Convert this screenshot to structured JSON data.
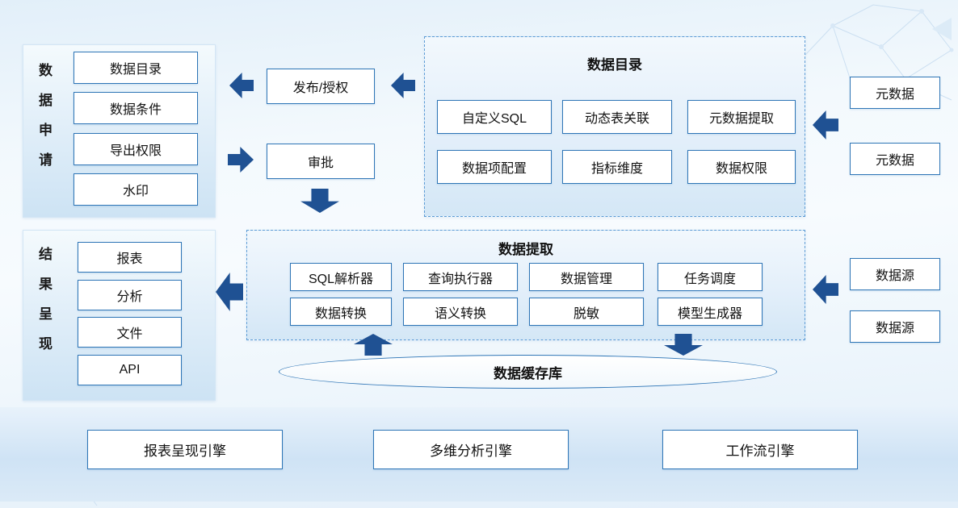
{
  "diagram": {
    "left_panels": [
      {
        "title": "数据申请",
        "items": [
          "数据目录",
          "数据条件",
          "导出权限",
          "水印"
        ]
      },
      {
        "title": "结果呈现",
        "items": [
          "报表",
          "分析",
          "文件",
          "API"
        ]
      }
    ],
    "flow": {
      "publish": "发布/授权",
      "approve": "审批"
    },
    "catalog": {
      "title": "数据目录",
      "items": [
        "自定义SQL",
        "动态表关联",
        "元数据提取",
        "数据项配置",
        "指标维度",
        "数据权限"
      ]
    },
    "extract": {
      "title": "数据提取",
      "items": [
        "SQL解析器",
        "查询执行器",
        "数据管理",
        "任务调度",
        "数据转换",
        "语义转换",
        "脱敏",
        "模型生成器"
      ]
    },
    "metadata_sources": [
      "元数据",
      "元数据"
    ],
    "data_sources": [
      "数据源",
      "数据源"
    ],
    "cache_label": "数据缓存库",
    "engines": [
      "报表呈现引擎",
      "多维分析引擎",
      "工作流引擎"
    ],
    "colors": {
      "arrow": "#1f5193",
      "box_border": "#2e75b6",
      "panel_border": "#5b9bd5"
    }
  }
}
